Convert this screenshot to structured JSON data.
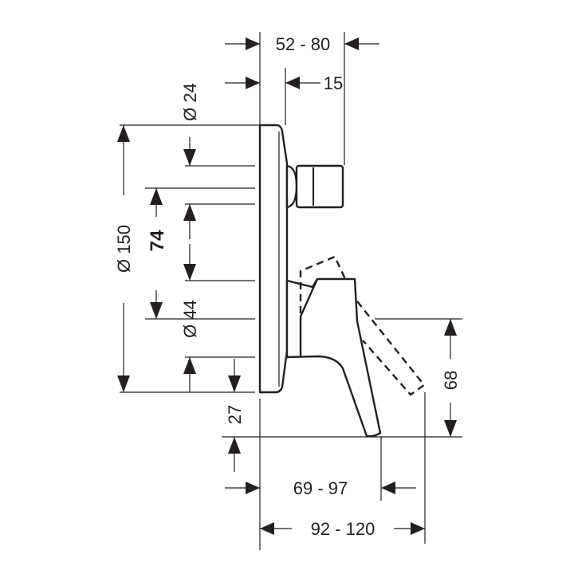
{
  "dimensions": {
    "depth_total": "52 - 80",
    "connector_depth": "15",
    "connector_diameter": "Ø 24",
    "plate_diameter": "Ø 150",
    "center_distance": "74",
    "handle_diameter": "Ø 44",
    "handle_bottom_offset": "27",
    "lever_height": "68",
    "lever_projection": "69 - 97",
    "overall_projection": "92 - 120"
  },
  "colors": {
    "line": "#231f20",
    "background": "#ffffff"
  }
}
